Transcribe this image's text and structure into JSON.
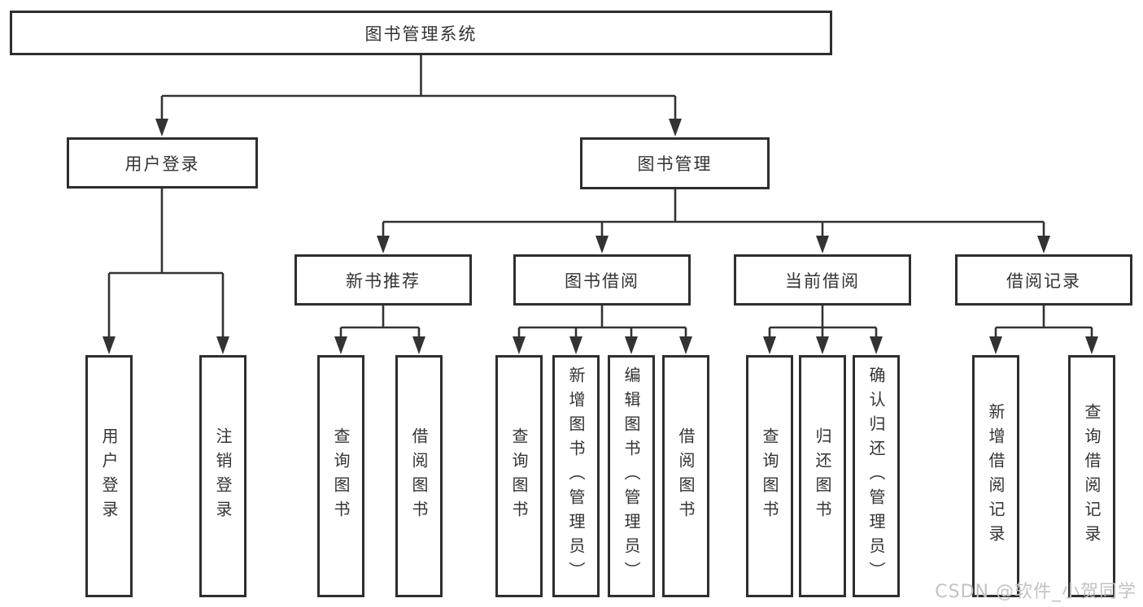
{
  "diagram": {
    "root": {
      "label": "图书管理系统"
    },
    "branches": [
      {
        "label": "用户登录",
        "children": [
          {
            "label": "用户登录"
          },
          {
            "label": "注销登录"
          }
        ]
      },
      {
        "label": "图书管理",
        "children": [
          {
            "label": "新书推荐",
            "children": [
              {
                "label": "查询图书"
              },
              {
                "label": "借阅图书"
              }
            ]
          },
          {
            "label": "图书借阅",
            "children": [
              {
                "label": "查询图书"
              },
              {
                "label": "新增图书（管理员）"
              },
              {
                "label": "编辑图书（管理员）"
              },
              {
                "label": "借阅图书"
              }
            ]
          },
          {
            "label": "当前借阅",
            "children": [
              {
                "label": "查询图书"
              },
              {
                "label": "归还图书"
              },
              {
                "label": "确认归还（管理员）"
              }
            ]
          },
          {
            "label": "借阅记录",
            "children": [
              {
                "label": "新增借阅记录"
              },
              {
                "label": "查询借阅记录"
              }
            ]
          }
        ]
      }
    ]
  },
  "watermark": {
    "text": "CSDN @软件_小贺同学"
  },
  "colors": {
    "line": "#333333",
    "box_border": "#2e2e2e",
    "text": "#333333",
    "background": "#ffffff",
    "watermark": "#c2c2c2"
  }
}
